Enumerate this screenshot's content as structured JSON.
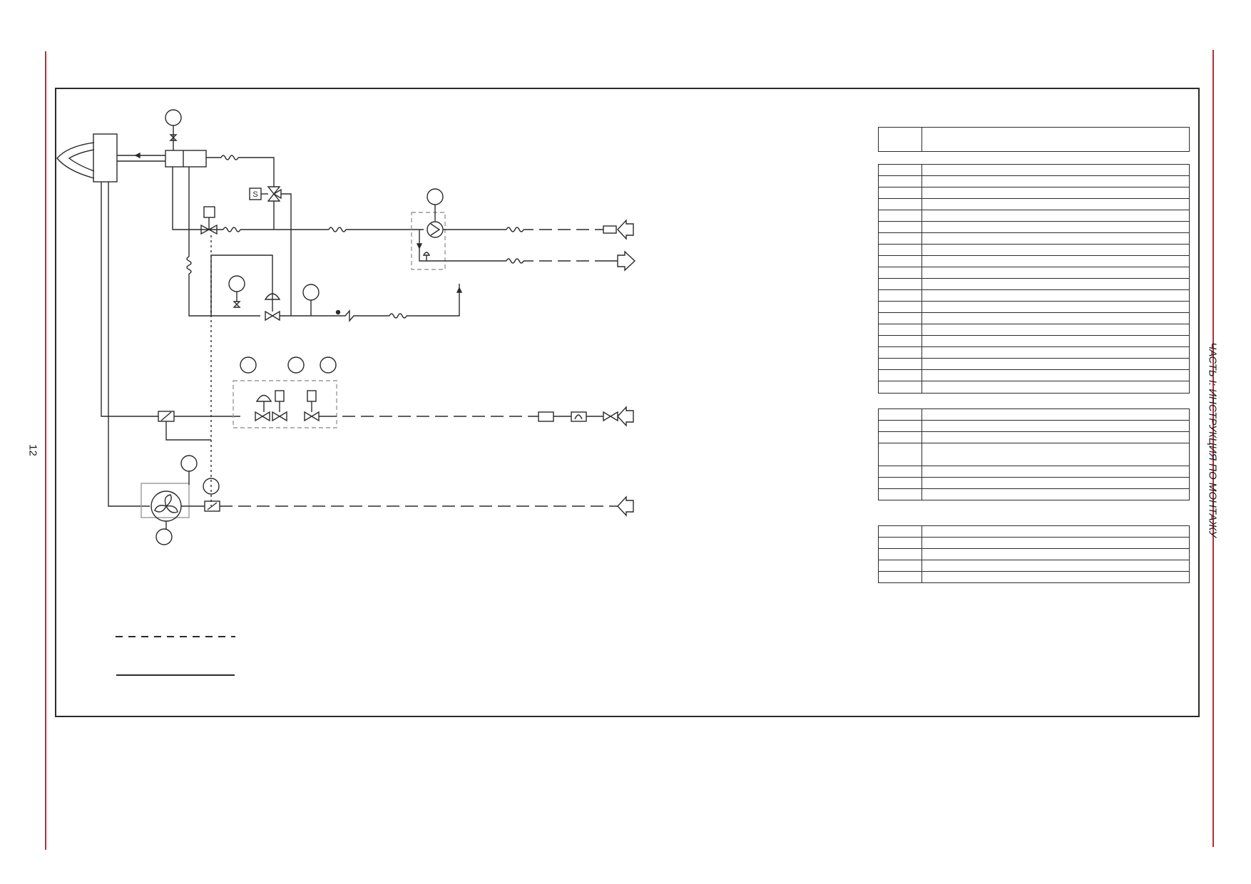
{
  "page": {
    "number": "12",
    "section_title": "ЧАСТЬ I: ИНСТРУКЦИЯ ПО МОНТАЖУ",
    "margin_line_color": "#d62027"
  },
  "diagram": {
    "icons": [
      "burner-head-icon",
      "heat-exchanger-icon",
      "circulation-pump-icon",
      "solenoid-valve-icon",
      "pneumatic-valve-icon",
      "check-valve-icon",
      "fan-motor-icon",
      "filter-icon",
      "flexible-hose-icon",
      "inlet-arrow-icon",
      "outlet-arrow-icon"
    ],
    "legend_lines": [
      "dashed-line",
      "solid-line"
    ]
  }
}
